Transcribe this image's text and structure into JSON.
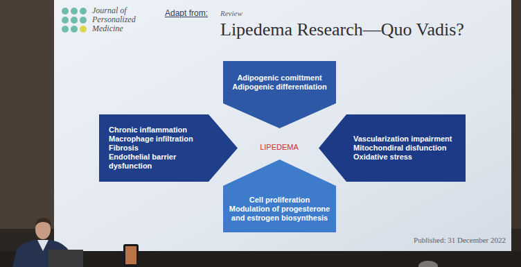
{
  "diagram": {
    "title": "Lipedema Research—Quo Vadis?",
    "nodes": [
      {
        "text": [
          "Adipogenic comittment",
          "Adipogenic differentiation"
        ]
      },
      {
        "text": [
          "Chronic inflammation",
          "Macrophage infiltration",
          "Fibrosis",
          "Endothelial barrier dysfunction"
        ]
      },
      {
        "text": [
          "Vascularization impairment",
          "Mitochondiral disfunction",
          "Oxidative stress"
        ]
      },
      {
        "text": [
          "Cell proliferation",
          "Modulation of progesterone and estrogen biosynthesis"
        ]
      }
    ],
    "labels": [
      "Journal of Personalized Medicine",
      "Adapt from:",
      "Review",
      "LIPEDEMA",
      "Published: 31 December 2022"
    ]
  }
}
